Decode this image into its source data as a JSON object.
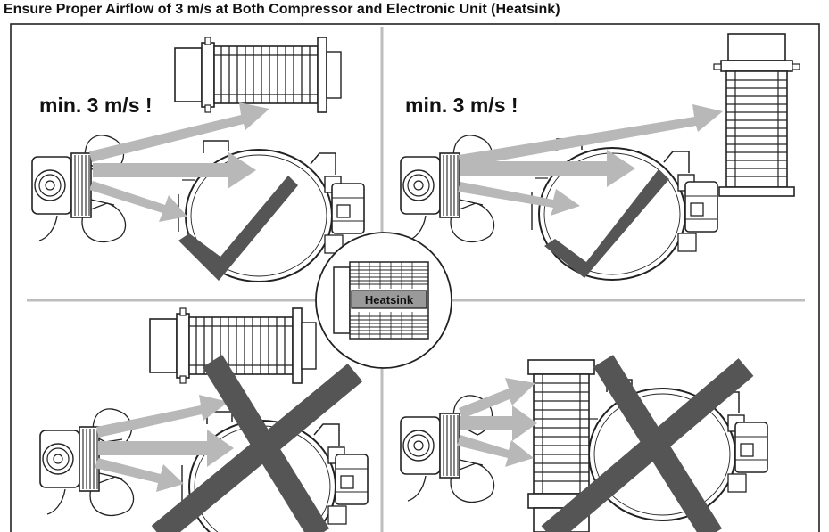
{
  "title": "Ensure Proper Airflow of 3 m/s at Both Compressor and Electronic Unit (Heatsink)",
  "panels": {
    "top_left": {
      "speed_label": "min. 3 m/s !",
      "verdict": "correct"
    },
    "top_right": {
      "speed_label": "min. 3 m/s !",
      "verdict": "correct"
    },
    "bottom_left": {
      "verdict": "incorrect"
    },
    "bottom_right": {
      "verdict": "incorrect"
    }
  },
  "center_inset": {
    "label": "Heatsink"
  },
  "colors": {
    "arrow": "#b8b8b8",
    "mark": "#555555",
    "frame": "#222222",
    "divider": "#bdbdbd",
    "heatsink_label_bg": "#9a9a9a"
  }
}
